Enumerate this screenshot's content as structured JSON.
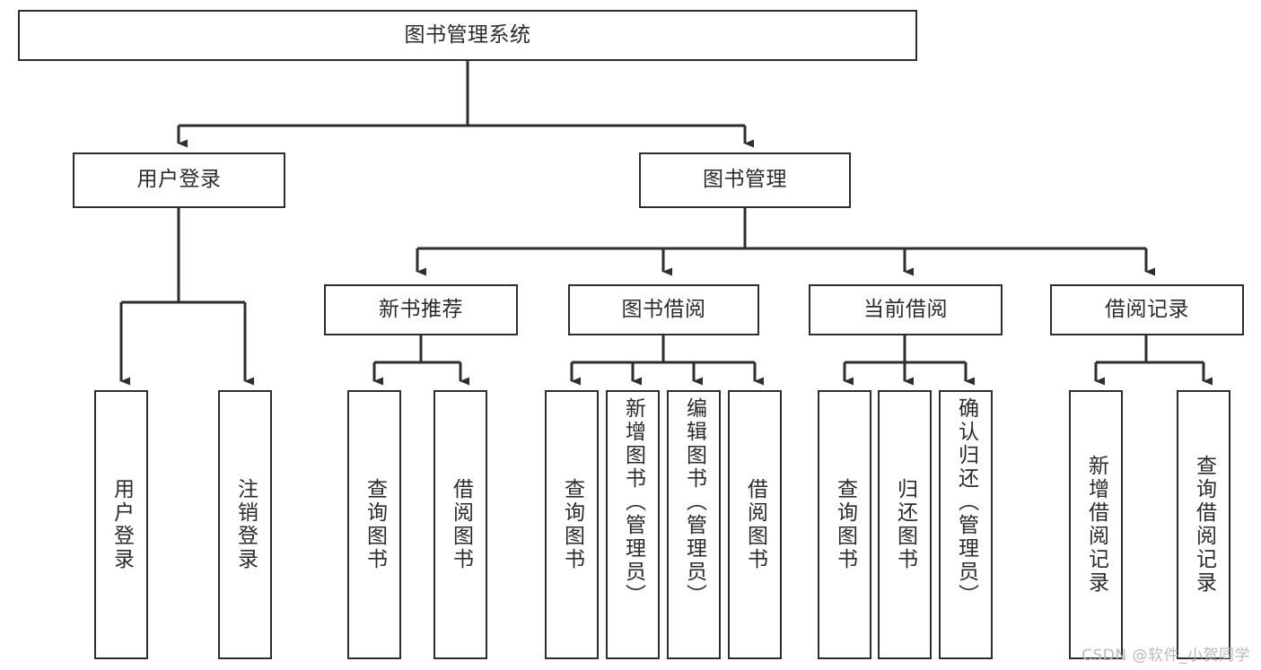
{
  "diagram": {
    "type": "tree-hierarchy",
    "title": "图书管理系统",
    "orientation": "top-down",
    "colors": {
      "box_border": "#2e2e2e",
      "box_fill": "#ffffff",
      "text": "#2b2b2b",
      "connector": "#2e2e2e",
      "watermark": "#b9b9b9",
      "background": "#ffffff"
    },
    "root": {
      "label": "图书管理系统"
    },
    "level2": [
      {
        "label": "用户登录"
      },
      {
        "label": "图书管理"
      }
    ],
    "level3": [
      {
        "label": "新书推荐"
      },
      {
        "label": "图书借阅"
      },
      {
        "label": "当前借阅"
      },
      {
        "label": "借阅记录"
      }
    ],
    "leaves": {
      "user_login": [
        {
          "label": "用户登录"
        },
        {
          "label": "注销登录"
        }
      ],
      "new_book_recommend": [
        {
          "label": "查询图书"
        },
        {
          "label": "借阅图书"
        }
      ],
      "book_borrow": [
        {
          "label": "查询图书"
        },
        {
          "label": "新增图书（管理员）"
        },
        {
          "label": "编辑图书（管理员）"
        },
        {
          "label": "借阅图书"
        }
      ],
      "current_borrow": [
        {
          "label": "查询图书"
        },
        {
          "label": "归还图书"
        },
        {
          "label": "确认归还（管理员）"
        }
      ],
      "borrow_record": [
        {
          "label": "新增借阅记录"
        },
        {
          "label": "查询借阅记录"
        }
      ]
    }
  },
  "watermark": {
    "text": "CSDN @软件_小贺同学"
  }
}
